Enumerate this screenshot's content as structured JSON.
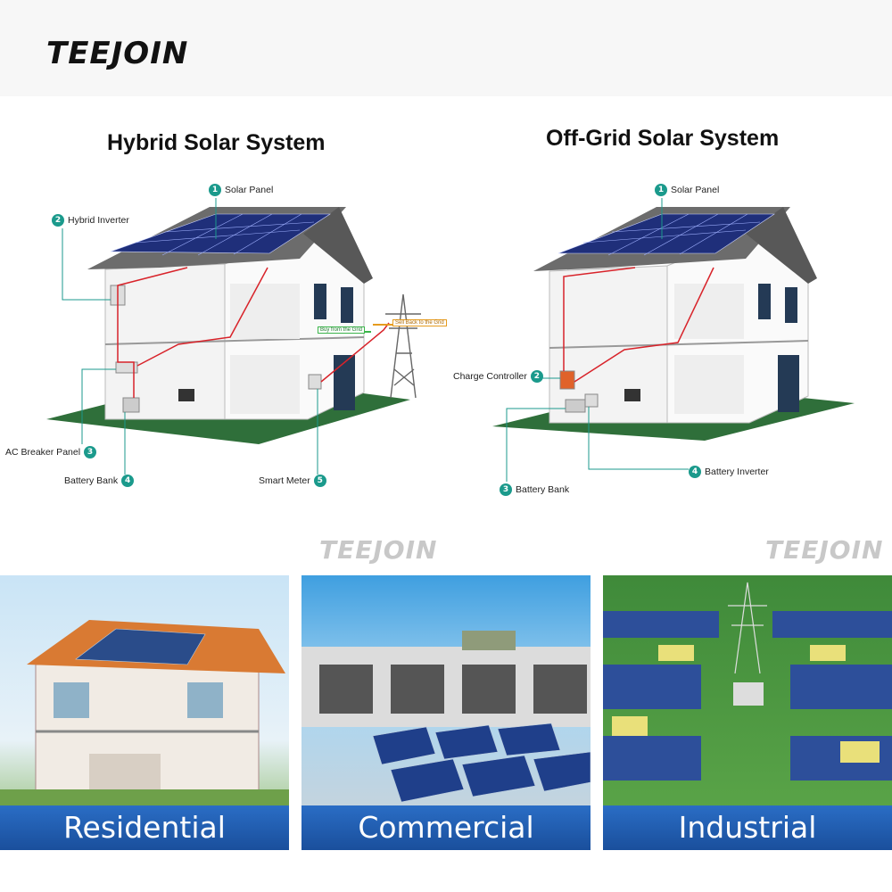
{
  "brand": {
    "logo": "TEEJOIN",
    "watermark": "TEEJOIN"
  },
  "hybrid": {
    "title": "Hybrid Solar System",
    "labels": [
      {
        "num": "1",
        "text": "Solar Panel"
      },
      {
        "num": "2",
        "text": "Hybrid Inverter"
      },
      {
        "num": "3",
        "text": "AC Breaker Panel"
      },
      {
        "num": "4",
        "text": "Battery Bank"
      },
      {
        "num": "5",
        "text": "Smart Meter"
      }
    ],
    "grid_tags": {
      "buy": "Buy from the Grid",
      "sell": "Sell Back to the Grid"
    }
  },
  "offgrid": {
    "title": "Off-Grid Solar System",
    "labels": [
      {
        "num": "1",
        "text": "Solar Panel"
      },
      {
        "num": "2",
        "text": "Charge Controller"
      },
      {
        "num": "3",
        "text": "Battery Bank"
      },
      {
        "num": "4",
        "text": "Battery Inverter"
      }
    ]
  },
  "applications": [
    "Residential",
    "Commercial",
    "Industrial"
  ],
  "colors": {
    "teal": "#1b9a8c",
    "grass": "#2f6f3a",
    "panel": "#1f2f7a",
    "wire": "#d8232a",
    "caption": "#2a6dc5"
  }
}
